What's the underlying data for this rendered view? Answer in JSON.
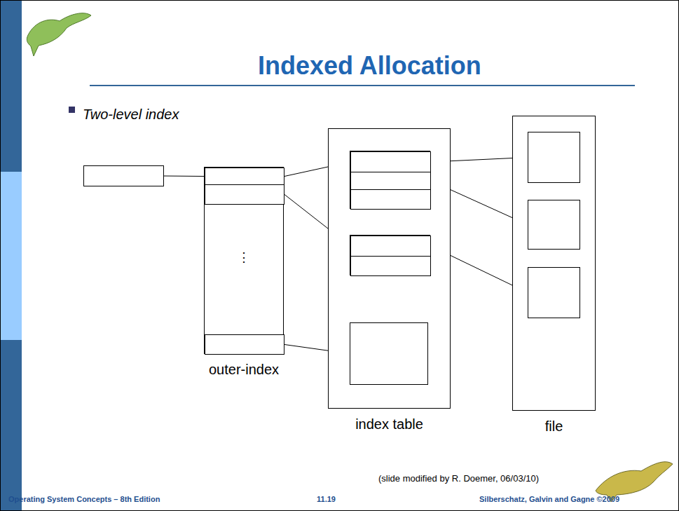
{
  "diagram": {
    "title": "Indexed Allocation",
    "nodes": [
      {},
      {
        "text": [
          "⋮",
          "outer-index"
        ]
      },
      {
        "in": 1
      },
      {
        "in": 1
      },
      {
        "in": 1
      },
      {
        "text": [
          "index table"
        ]
      },
      {
        "in": 5
      },
      {
        "in": 6
      },
      {
        "in": 6
      },
      {
        "in": 6
      },
      {
        "in": 5
      },
      {
        "in": 10
      },
      {
        "in": 10
      },
      {
        "in": 5
      },
      {
        "text": [
          "file"
        ]
      },
      {
        "in": 14
      },
      {
        "in": 14
      },
      {
        "in": 14
      }
    ],
    "edges": [
      {
        "from": 0,
        "to": 2,
        "arrow": "none"
      },
      {
        "from": 2,
        "to": 7,
        "arrow": "none"
      },
      {
        "from": 3,
        "to": 11,
        "arrow": "none"
      },
      {
        "from": 4,
        "to": 13,
        "arrow": "none"
      },
      {
        "from": 7,
        "to": 15,
        "arrow": "none"
      },
      {
        "from": 8,
        "to": 16,
        "arrow": "none"
      },
      {
        "from": 11,
        "to": 17,
        "arrow": "none"
      }
    ],
    "labels": [
      "Two-level index",
      "(slide modified by R. Doemer, 06/03/10)",
      "Operating System Concepts – 8th Edition",
      "11.19",
      "Silberschatz, Galvin and Gagne ©2009"
    ]
  }
}
